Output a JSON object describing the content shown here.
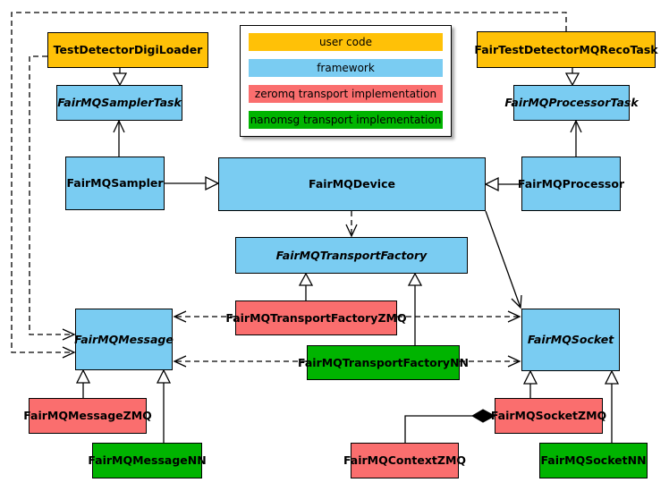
{
  "nodes": {
    "test_detector_digi_loader": "TestDetectorDigiLoader",
    "fair_test_detector_mq_reco_task": "FairTestDetectorMQRecoTask",
    "fair_mq_sampler_task": "FairMQSamplerTask",
    "fair_mq_processor_task": "FairMQProcessorTask",
    "fair_mq_sampler": "FairMQSampler",
    "fair_mq_device": "FairMQDevice",
    "fair_mq_processor": "FairMQProcessor",
    "fair_mq_transport_factory": "FairMQTransportFactory",
    "fair_mq_transport_factory_zmq": "FairMQTransportFactoryZMQ",
    "fair_mq_transport_factory_nn": "FairMQTransportFactoryNN",
    "fair_mq_message": "FairMQMessage",
    "fair_mq_socket": "FairMQSocket",
    "fair_mq_message_zmq": "FairMQMessageZMQ",
    "fair_mq_message_nn": "FairMQMessageNN",
    "fair_mq_context_zmq": "FairMQContextZMQ",
    "fair_mq_socket_zmq": "FairMQSocketZMQ",
    "fair_mq_socket_nn": "FairMQSocketNN"
  },
  "legend": {
    "items": [
      {
        "label": "user code",
        "color": "#FFC107"
      },
      {
        "label": "framework",
        "color": "#7ACCF2"
      },
      {
        "label": "zeromq transport implementation",
        "color": "#FA6E6E"
      },
      {
        "label": "nanomsg transport implementation",
        "color": "#00B400"
      }
    ]
  },
  "colors": {
    "user_code": "#FFC107",
    "framework": "#7ACCF2",
    "zeromq": "#FA6E6E",
    "nanomsg": "#00B400",
    "line": "#000000",
    "background": "#FFFFFF"
  },
  "relationships": [
    {
      "from": "TestDetectorDigiLoader",
      "to": "FairMQSamplerTask",
      "type": "inheritance"
    },
    {
      "from": "FairTestDetectorMQRecoTask",
      "to": "FairMQProcessorTask",
      "type": "inheritance"
    },
    {
      "from": "FairMQSampler",
      "to": "FairMQDevice",
      "type": "inheritance"
    },
    {
      "from": "FairMQProcessor",
      "to": "FairMQDevice",
      "type": "inheritance"
    },
    {
      "from": "FairMQSampler",
      "to": "FairMQSamplerTask",
      "type": "association"
    },
    {
      "from": "FairMQProcessor",
      "to": "FairMQProcessorTask",
      "type": "association"
    },
    {
      "from": "FairMQDevice",
      "to": "FairMQSocket",
      "type": "association"
    },
    {
      "from": "FairMQDevice",
      "to": "FairMQTransportFactory",
      "type": "dependency"
    },
    {
      "from": "FairMQTransportFactoryZMQ",
      "to": "FairMQTransportFactory",
      "type": "inheritance"
    },
    {
      "from": "FairMQTransportFactoryNN",
      "to": "FairMQTransportFactory",
      "type": "inheritance"
    },
    {
      "from": "FairMQTransportFactoryZMQ",
      "to": "FairMQMessage",
      "type": "dependency"
    },
    {
      "from": "FairMQTransportFactoryZMQ",
      "to": "FairMQSocket",
      "type": "dependency"
    },
    {
      "from": "FairMQTransportFactoryNN",
      "to": "FairMQMessage",
      "type": "dependency"
    },
    {
      "from": "FairMQTransportFactoryNN",
      "to": "FairMQSocket",
      "type": "dependency"
    },
    {
      "from": "TestDetectorDigiLoader",
      "to": "FairMQMessage",
      "type": "dependency"
    },
    {
      "from": "FairTestDetectorMQRecoTask",
      "to": "FairMQMessage",
      "type": "dependency"
    },
    {
      "from": "FairMQMessageZMQ",
      "to": "FairMQMessage",
      "type": "inheritance"
    },
    {
      "from": "FairMQMessageNN",
      "to": "FairMQMessage",
      "type": "inheritance"
    },
    {
      "from": "FairMQSocketZMQ",
      "to": "FairMQSocket",
      "type": "inheritance"
    },
    {
      "from": "FairMQSocketNN",
      "to": "FairMQSocket",
      "type": "inheritance"
    },
    {
      "from": "FairMQSocketZMQ",
      "to": "FairMQContextZMQ",
      "type": "composition"
    }
  ]
}
